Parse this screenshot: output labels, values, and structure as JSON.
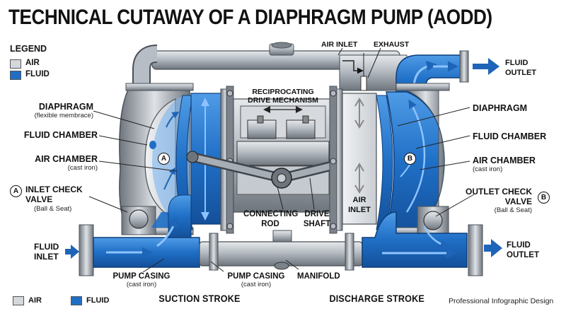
{
  "title": "TECHNICAL CUTAWAY OF A DIAPHRAGM PUMP (AODD)",
  "legend": {
    "title": "LEGEND",
    "air": "AIR",
    "fluid": "FLUID"
  },
  "bottom_legend": {
    "air": "AIR",
    "fluid": "FLUID"
  },
  "colors": {
    "fluid": "#1f6fc6",
    "air": "#d4d7dc",
    "metal": "#9aa1a9",
    "metal_dark": "#5d636b",
    "arrow": "#1e64b8"
  },
  "labels": {
    "air_inlet_top": "AIR INLET",
    "exhaust": "EXHAUST",
    "fluid_outlet_top": "FLUID\nOUTLET",
    "reciprocating": "RECIPROCATING\nDRIVE MECHANISM",
    "diaphragm_left": "DIAPHRAGM",
    "diaphragm_left_sub": "(flexible membrace)",
    "fluid_chamber_left": "FLUID CHAMBER",
    "air_chamber_left": "AIR CHAMBER",
    "air_chamber_left_sub": "(cast iron)",
    "inlet_check_valve": "INLET CHECK\nVALVE",
    "inlet_check_valve_sub": "(Ball & Seat)",
    "fluid_inlet": "FLUID\nINLET",
    "pump_casing_left": "PUMP CASING",
    "pump_casing_left_sub": "(cast iron)",
    "pump_casing_mid": "PUMP CASING",
    "pump_casing_mid_sub": "(cast iron)",
    "manifold": "MANIFOLD",
    "connecting_rod": "CONNECTING\nROD",
    "drive_shaft": "DRIVE\nSHAFT",
    "air_inlet_mid": "AIR\nINLET",
    "diaphragm_right": "DIAPHRAGM",
    "fluid_chamber_right": "FLUID CHAMBER",
    "air_chamber_right": "AIR CHAMBER",
    "air_chamber_right_sub": "(cast iron)",
    "outlet_check_valve": "OUTLET CHECK\nVALVE",
    "outlet_check_valve_sub": "(Ball & Seat)",
    "fluid_outlet_bottom": "FLUID\nOUTLET",
    "marker_a": "A",
    "marker_b": "B"
  },
  "strokes": {
    "suction": "SUCTION STROKE",
    "discharge": "DISCHARGE STROKE"
  },
  "credit": "Professional Infographic Design"
}
